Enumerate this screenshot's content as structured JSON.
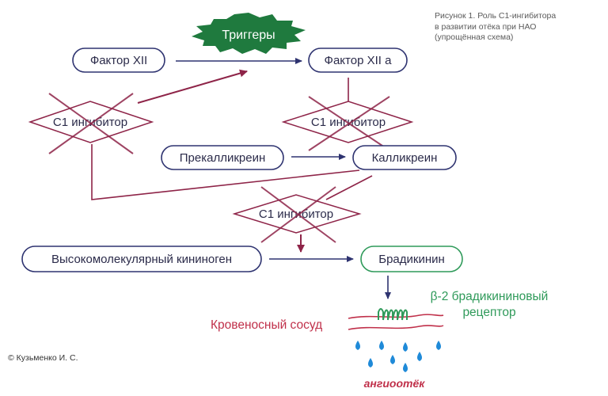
{
  "caption": {
    "line1": "Рисунок 1. Роль С1-ингибитора",
    "line2": "в развитии отёка при НАО",
    "line3": "(упрощённая схема)"
  },
  "nodes": {
    "triggers": "Триггеры",
    "factor_xii": "Фактор XII",
    "factor_xiia": "Фактор XII a",
    "c1_inhibitor": "С1 ингибитор",
    "prekallikrein": "Прекалликреин",
    "kallikrein": "Калликреин",
    "kininogen": "Высокомолекулярный кининоген",
    "bradykinin": "Брадикинин",
    "receptor_line1": "β-2 брадикининовый",
    "receptor_line2": "рецептор",
    "blood_vessel": "Кровеносный сосуд",
    "angioedema": "ангиоотёк"
  },
  "copyright": "© Кузьменко И. С.",
  "colors": {
    "navy": "#2e3370",
    "crimson": "#8e2448",
    "green": "#2f9a5a",
    "blue_drop": "#1f8ad8",
    "red_text": "#c0304a",
    "star": "#1f7a3e"
  }
}
